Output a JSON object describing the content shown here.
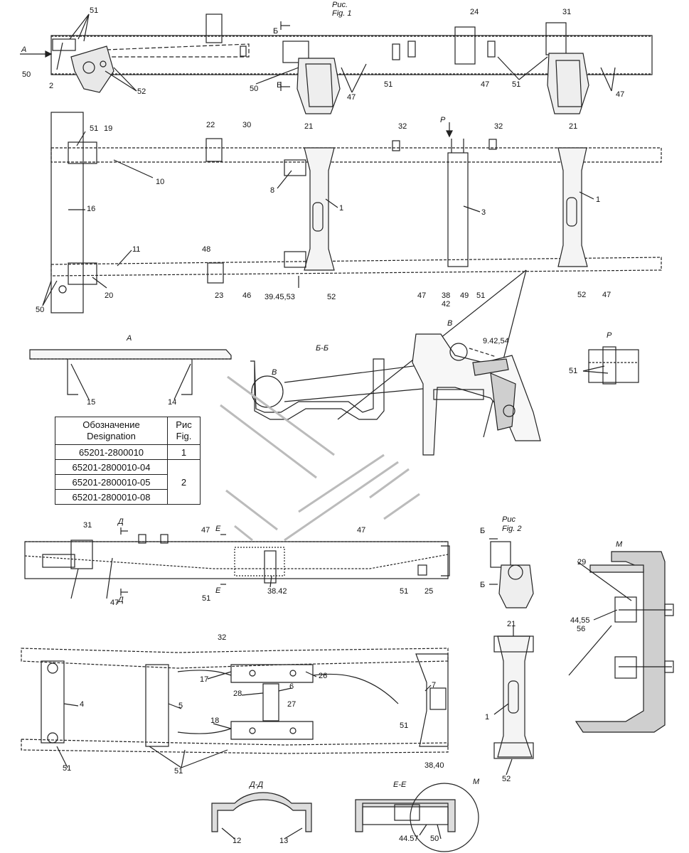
{
  "figure_titles": {
    "fig1_ru": "Рис.",
    "fig1_en": "Fig. 1",
    "fig2_ru": "Рис",
    "fig2_en": "Fig. 2"
  },
  "section_titles": {
    "view_a": "А",
    "section_bb": "Б-Б",
    "view_v": "В",
    "view_p": "Р",
    "view_m": "М",
    "section_dd": "Д-Д",
    "section_ee": "Е-Е"
  },
  "table": {
    "header_designation_ru": "Обозначение",
    "header_designation_en": "Designation",
    "header_fig_ru": "Рис",
    "header_fig_en": "Fig.",
    "rows": [
      {
        "designation": "65201-2800010",
        "fig": "1"
      },
      {
        "designation": "65201-2800010-04",
        "fig": ""
      },
      {
        "designation": "65201-2800010-05",
        "fig": "2"
      },
      {
        "designation": "65201-2800010-08",
        "fig": ""
      }
    ]
  },
  "callouts": [
    "51",
    "А",
    "50",
    "2",
    "52",
    "Б",
    "Б",
    "50",
    "24",
    "47",
    "51",
    "31",
    "47",
    "51",
    "47",
    "51",
    "19",
    "22",
    "30",
    "21",
    "32",
    "Р",
    "32",
    "21",
    "10",
    "8",
    "16",
    "1",
    "3",
    "1",
    "11",
    "48",
    "20",
    "23",
    "46",
    "39.45,53",
    "52",
    "47",
    "38",
    "42",
    "49",
    "51",
    "52",
    "47",
    "50",
    "15",
    "14",
    "В",
    "9.42,54",
    "51",
    "31",
    "Д",
    "Е",
    "47",
    "47",
    "51",
    "Е",
    "38.42",
    "51",
    "25",
    "Д",
    "47",
    "Б",
    "Б",
    "29",
    "44,55",
    "56",
    "32",
    "4",
    "17",
    "26",
    "28",
    "6",
    "27",
    "5",
    "7",
    "18",
    "51",
    "51",
    "51",
    "38,40",
    "21",
    "1",
    "52",
    "12",
    "13",
    "44.57",
    "50",
    "М"
  ]
}
